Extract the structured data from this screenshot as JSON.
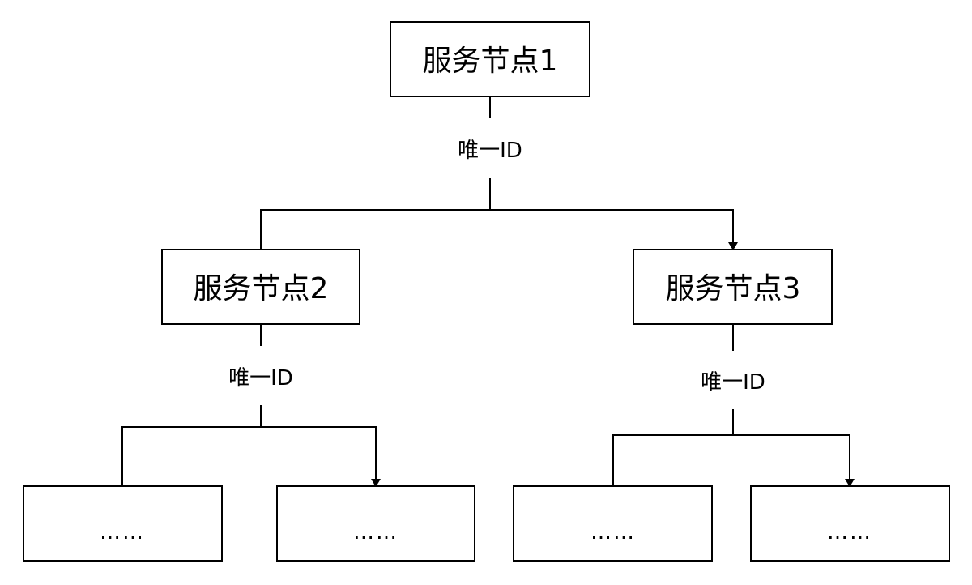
{
  "nodes": {
    "root": {
      "label": "服务节点1"
    },
    "left": {
      "label": "服务节点2"
    },
    "right": {
      "label": "服务节点3"
    },
    "leaves": [
      {
        "label": "……"
      },
      {
        "label": "……"
      },
      {
        "label": "……"
      },
      {
        "label": "……"
      }
    ]
  },
  "edges": {
    "root_label": "唯一ID",
    "left_label": "唯一ID",
    "right_label": "唯一ID"
  },
  "colors": {
    "stroke": "#000000",
    "background": "#ffffff"
  }
}
